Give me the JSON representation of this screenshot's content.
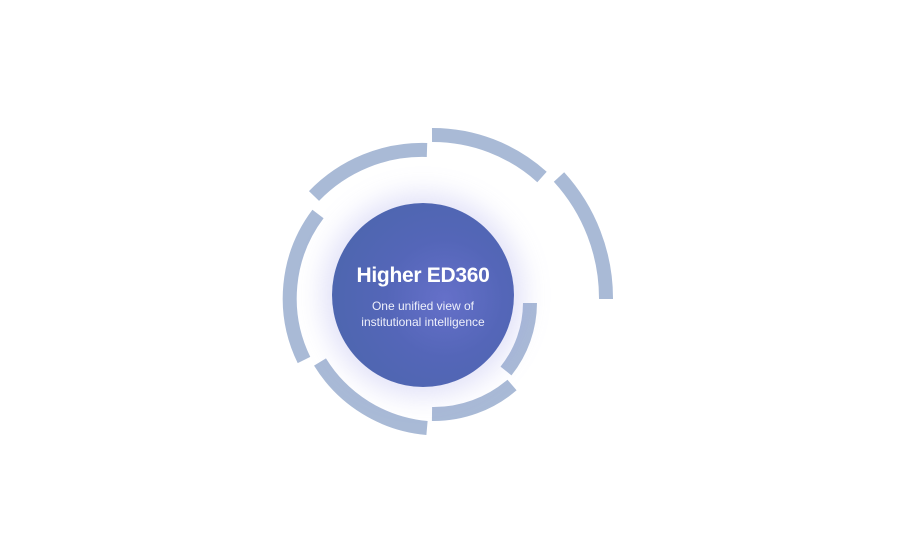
{
  "hub": {
    "title": "Higher ED360",
    "subtitle_line1": "One unified view of",
    "subtitle_line2": "institutional intelligence"
  },
  "colors": {
    "ring": "#a9bad6",
    "hub": "#5466b8"
  }
}
